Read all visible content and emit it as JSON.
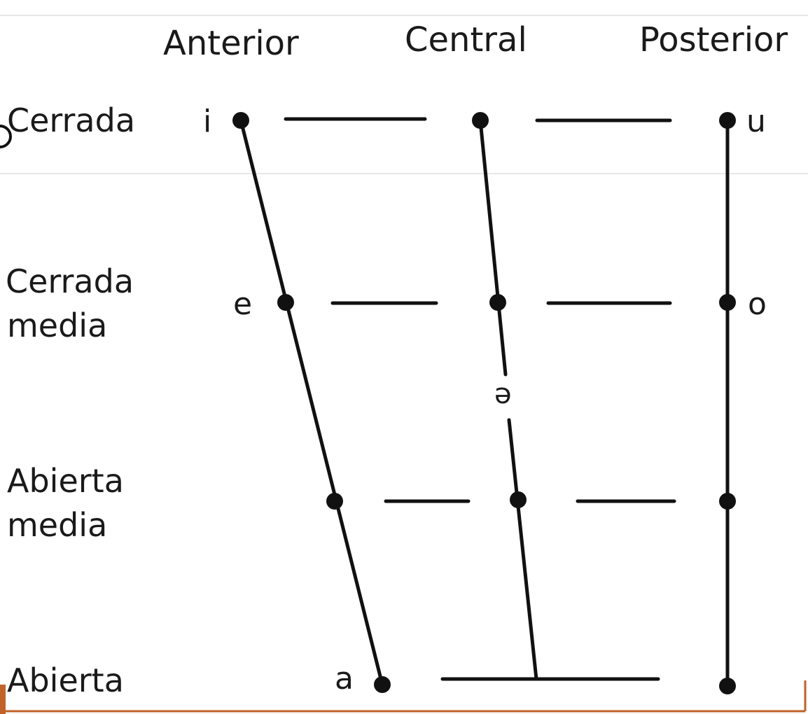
{
  "columns": {
    "anterior": "Anterior",
    "central": "Central",
    "posterior": "Posterior"
  },
  "rows": {
    "cerrada": "Cerrada",
    "cerrada_media_1": "Cerrada",
    "cerrada_media_2": "media",
    "abierta_media_1": "Abierta",
    "abierta_media_2": "media",
    "abierta": "Abierta"
  },
  "vowels": {
    "i": "i",
    "u": "u",
    "e": "e",
    "o": "o",
    "schwa": "ə",
    "a": "a"
  },
  "colors": {
    "line": "#111111",
    "accent": "#c0622a"
  }
}
